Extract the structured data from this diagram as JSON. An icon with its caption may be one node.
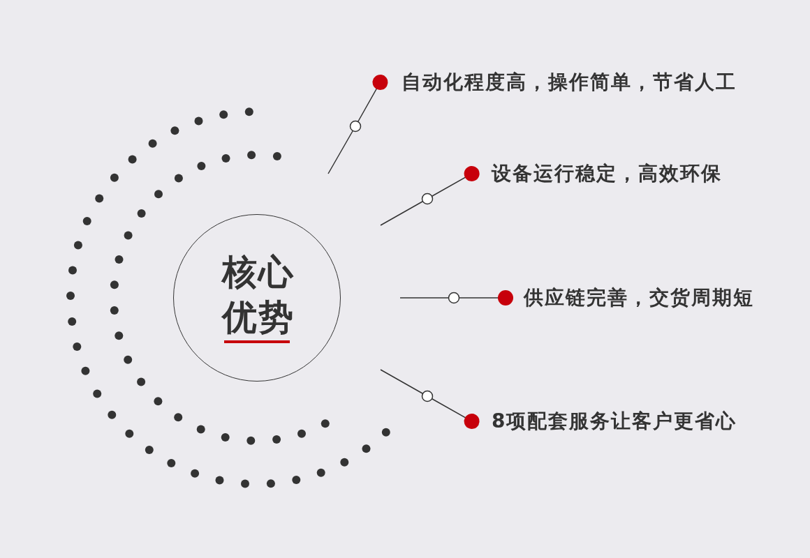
{
  "diagram": {
    "nodes": [
      {
        "text": [
          "核心优势"
        ]
      },
      {
        "text": [
          "自动化程度高，操作简单，节省人工"
        ]
      },
      {
        "text": [
          "设备运行稳定，高效环保"
        ]
      },
      {
        "text": [
          "供应链完善，交货周期短"
        ]
      },
      {
        "text": [
          "8项配套服务让客户更省心"
        ]
      }
    ],
    "edges": [
      {
        "from": null,
        "to": 1,
        "arrow": "other"
      },
      {
        "from": null,
        "to": 2,
        "arrow": "other"
      },
      {
        "from": null,
        "to": 3,
        "arrow": "other"
      },
      {
        "from": null,
        "to": 4,
        "arrow": "other"
      }
    ]
  }
}
